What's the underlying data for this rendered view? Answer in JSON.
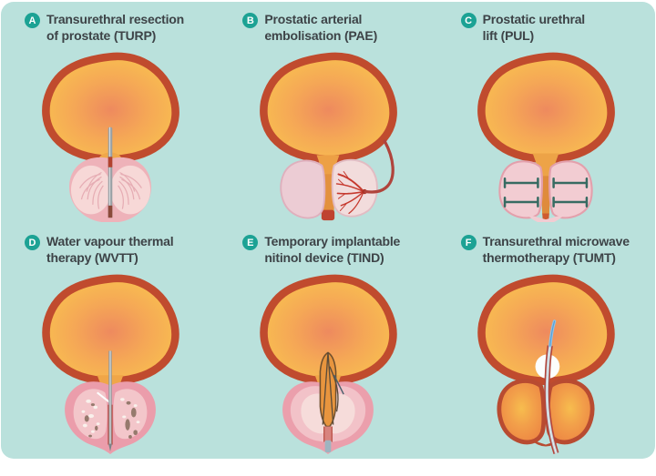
{
  "figure": {
    "type": "medical-illustration",
    "panel_count": 6,
    "background_color": "#bae1dc",
    "page_background": "#ffffff"
  },
  "colors": {
    "badge_background": "#1ca294",
    "badge_letter": "#ffffff",
    "title_text": "#3d4347",
    "bladder_outline": "#c04b2e",
    "bladder_fill_edge": "#f9c44f",
    "bladder_fill_center": "#ee8a5e",
    "prostate_pink": "#f0bcc3",
    "prostate_pink_light": "#f7d8d7",
    "urethra_orange": "#e89a3f",
    "artery_red": "#c6392e",
    "implant_teal": "#376b62",
    "instrument_gray": "#9aa1a5",
    "catheter_red": "#b5453a",
    "catheter_blue_tip": "#8fc3e8",
    "balloon_white": "#fcfefd"
  },
  "panels": [
    {
      "letter": "A",
      "line1": "Transurethral resection",
      "line2": "of prostate (TURP)",
      "abbreviation": "TURP",
      "depicts": "resectoscope inserted through the urethra into the prostate"
    },
    {
      "letter": "B",
      "line1": "Prostatic arterial",
      "line2": "embolisation (PAE)",
      "abbreviation": "PAE",
      "depicts": "catheter and embolised artery network in right prostate lobe"
    },
    {
      "letter": "C",
      "line1": "Prostatic urethral",
      "line2": "lift (PUL)",
      "abbreviation": "PUL",
      "depicts": "implants holding prostate lobes away from the urethra"
    },
    {
      "letter": "D",
      "line1": "Water vapour thermal",
      "line2": "therapy (WVTT)",
      "abbreviation": "WVTT",
      "depicts": "needle delivering steam into mottled prostate tissue"
    },
    {
      "letter": "E",
      "line1": "Temporary implantable",
      "line2": "nitinol device (TIND)",
      "abbreviation": "TIND",
      "depicts": "expandable nitinol device in the prostatic urethra"
    },
    {
      "letter": "F",
      "line1": "Transurethral microwave",
      "line2": "thermotherapy (TUMT)",
      "abbreviation": "TUMT",
      "depicts": "microwave catheter with balloon heating the prostate"
    }
  ]
}
